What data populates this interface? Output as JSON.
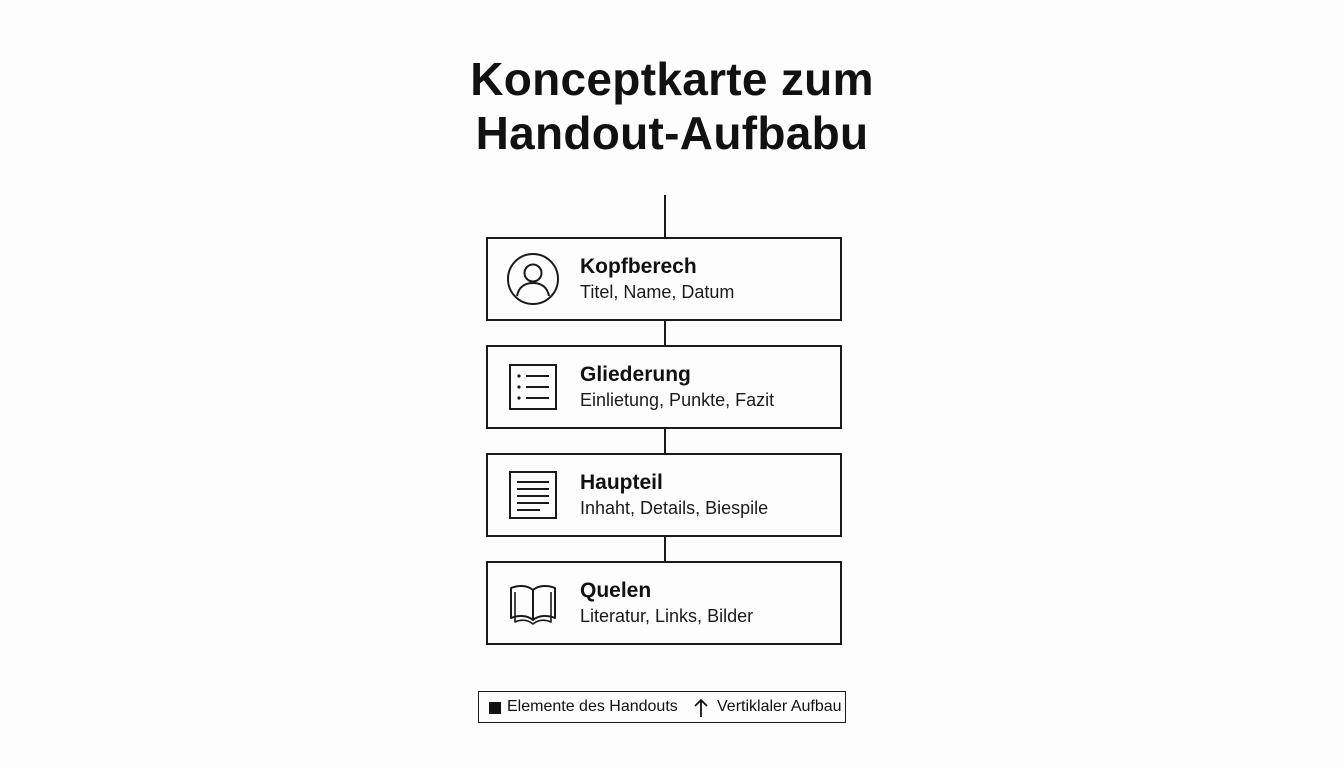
{
  "title": {
    "line1": "Konceptkarte zum",
    "line2": "Handout-Aufbabu"
  },
  "sections": [
    {
      "heading": "Kopfberech",
      "detail": "Titel, Name, Datum",
      "icon": "user-circle-icon"
    },
    {
      "heading": "Gliederung",
      "detail": "Einlietung, Punkte, Fazit",
      "icon": "outline-list-icon"
    },
    {
      "heading": "Haupteil",
      "detail": "Inhaht, Details, Biespile",
      "icon": "document-lines-icon"
    },
    {
      "heading": "Quelen",
      "detail": "Literatur, Links, Bilder",
      "icon": "open-book-icon"
    }
  ],
  "legend": {
    "item1": "Elemente des Handouts",
    "item2": "Vertiklaler Aufbau"
  },
  "colors": {
    "background": "#fcfdfc",
    "stroke": "#1a1a1a"
  }
}
